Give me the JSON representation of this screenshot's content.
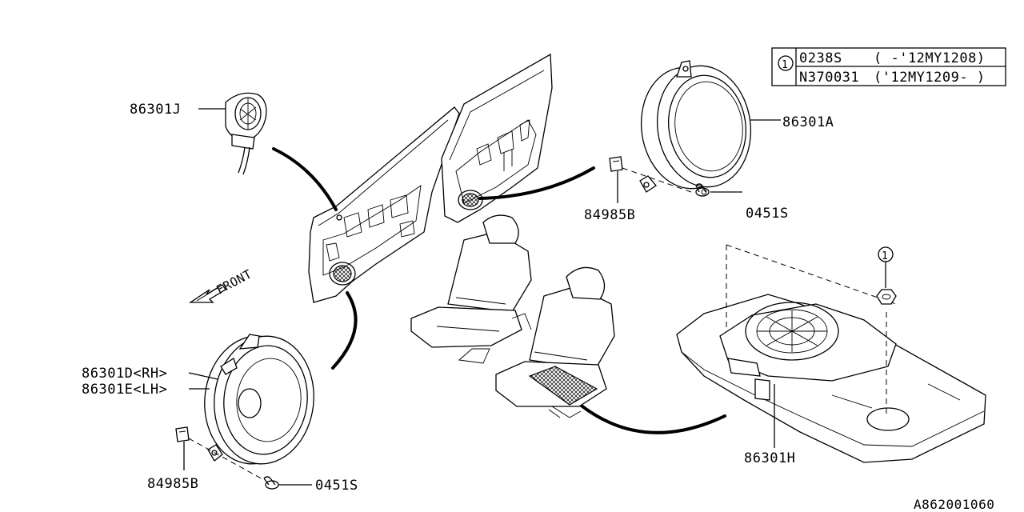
{
  "table": {
    "ref": "1",
    "rows": [
      {
        "part": "0238S",
        "range": "(  -'12MY1208)"
      },
      {
        "part": "N370031",
        "range": "('12MY1209-  )"
      }
    ]
  },
  "labels": {
    "p86301J": "86301J",
    "p86301A": "86301A",
    "p84985B_top": "84985B",
    "p0451S_top": "0451S",
    "front": "FRONT",
    "p86301D": "86301D<RH>",
    "p86301E": "86301E<LH>",
    "p84985B_bottom": "84985B",
    "p0451S_bottom": "0451S",
    "p86301H": "86301H",
    "ref_circle": "1",
    "diagram_id": "A862001060"
  }
}
